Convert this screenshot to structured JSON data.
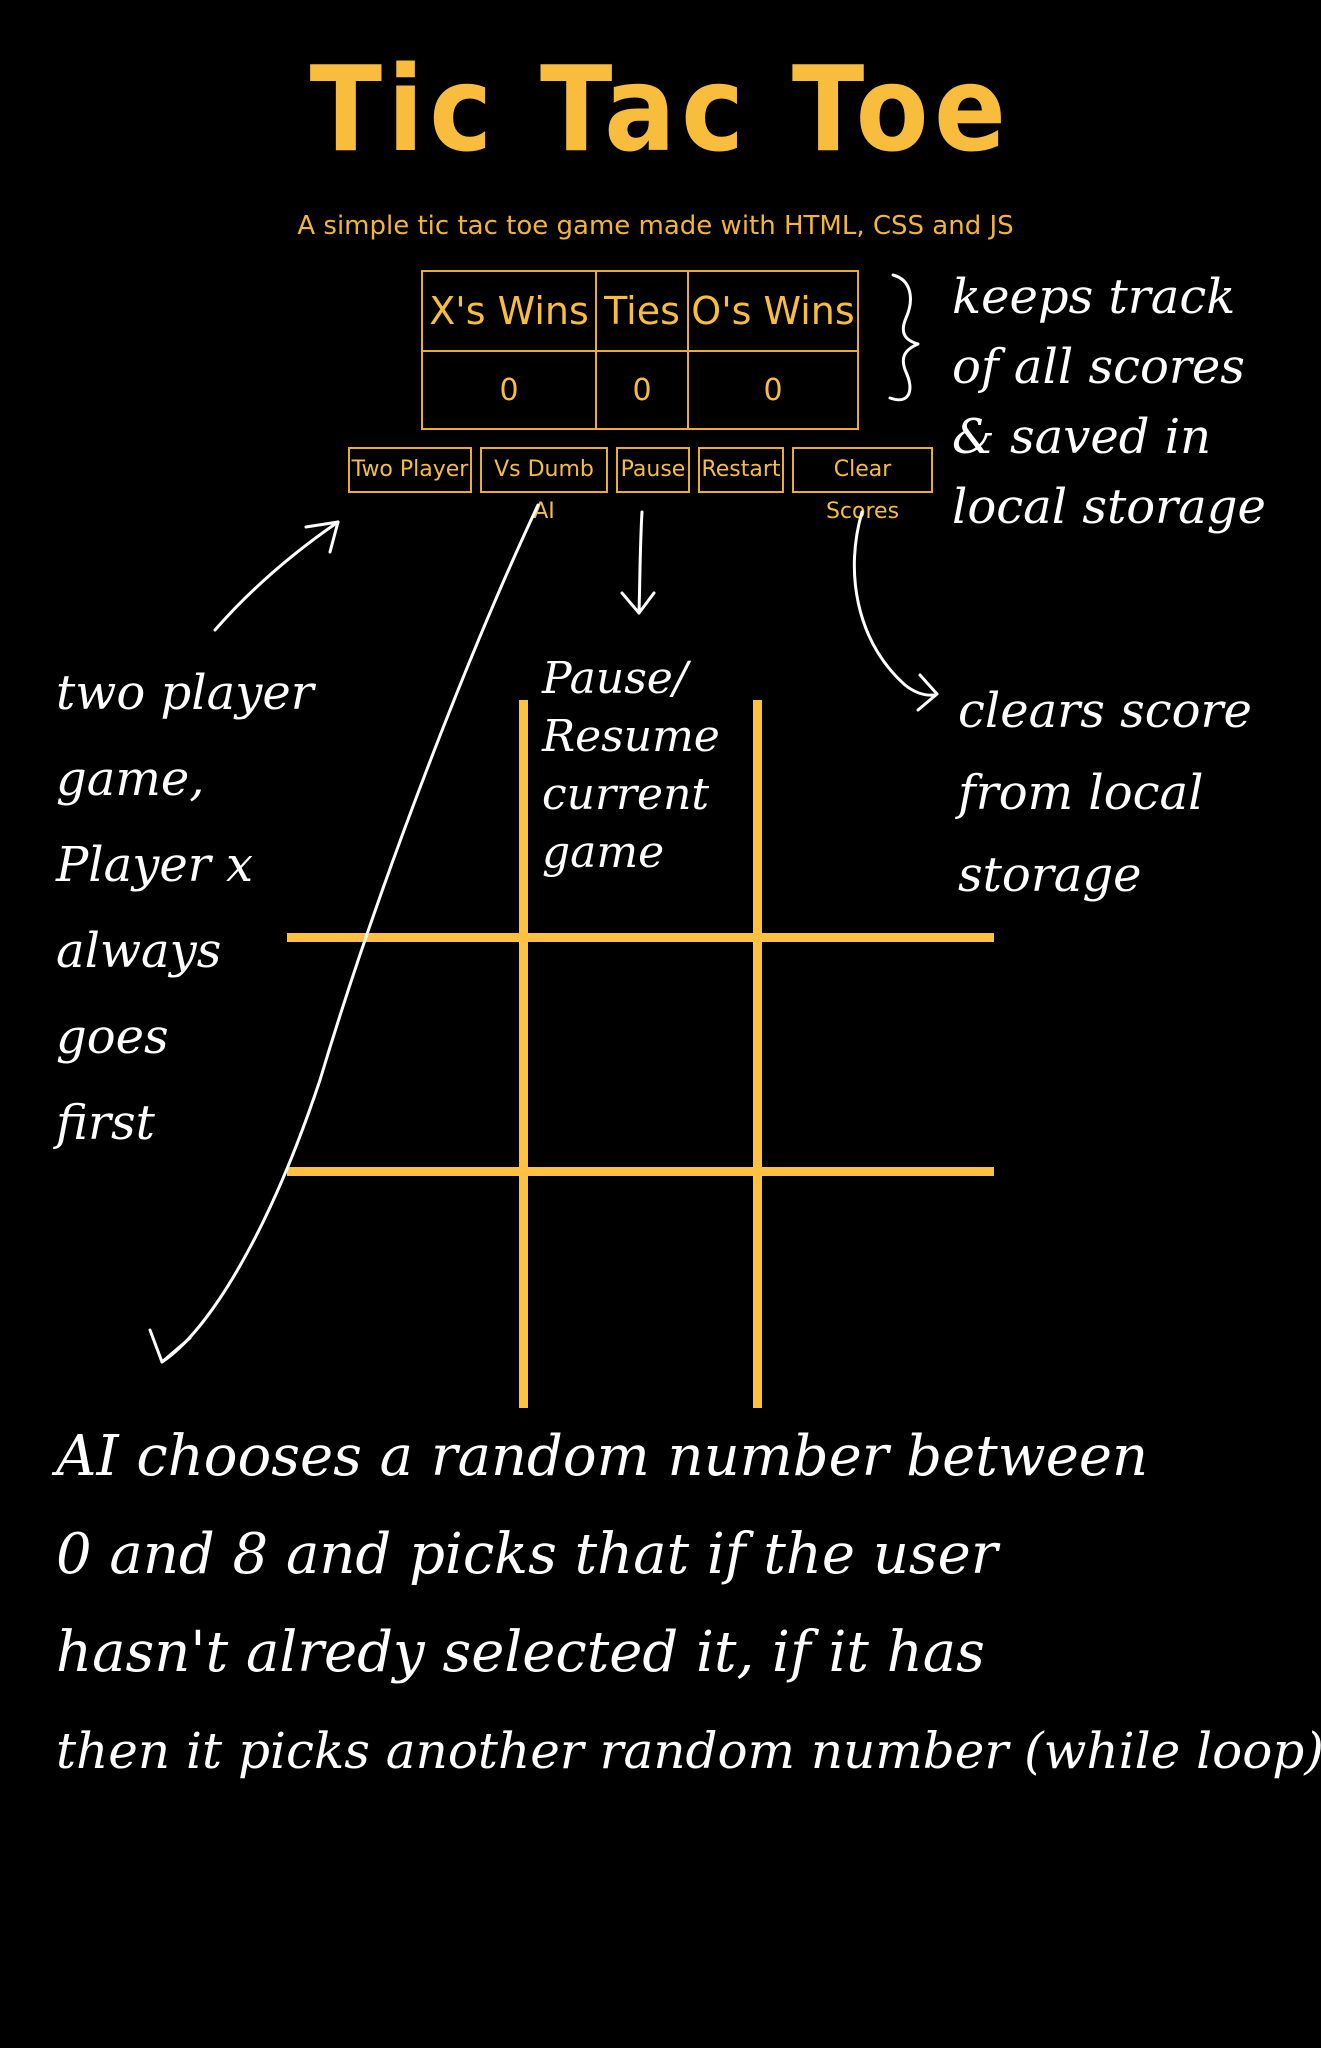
{
  "app": {
    "title": "Tic Tac Toe",
    "subtitle": "A simple tic tac toe game made with HTML, CSS and JS"
  },
  "scoreboard": {
    "headers": [
      "X's Wins",
      "Ties",
      "O's Wins"
    ],
    "values": [
      "0",
      "0",
      "0"
    ]
  },
  "buttons": {
    "two_player": "Two Player",
    "vs_ai": "Vs Dumb AI",
    "pause": "Pause",
    "restart": "Restart",
    "clear_scores": "Clear Scores"
  },
  "annotations": {
    "scores_note": "keeps track\nof all scores\n& saved in\nlocal storage",
    "two_player_note": "two player\ngame,\nPlayer x\nalways\ngoes\nfirst",
    "pause_note": "Pause/\nResume\ncurrent\ngame",
    "clear_note": "clears score\nfrom local\nstorage",
    "ai_note_lines": [
      "AI chooses a random number between",
      "0 and 8 and picks that if the user",
      "hasn't alredy selected it, if it has",
      "then it picks another random number (while loop)"
    ]
  },
  "colors": {
    "accent": "#f8bd3d",
    "grid": "#ffc13f",
    "background": "#000000",
    "annotation": "#ffffff"
  }
}
